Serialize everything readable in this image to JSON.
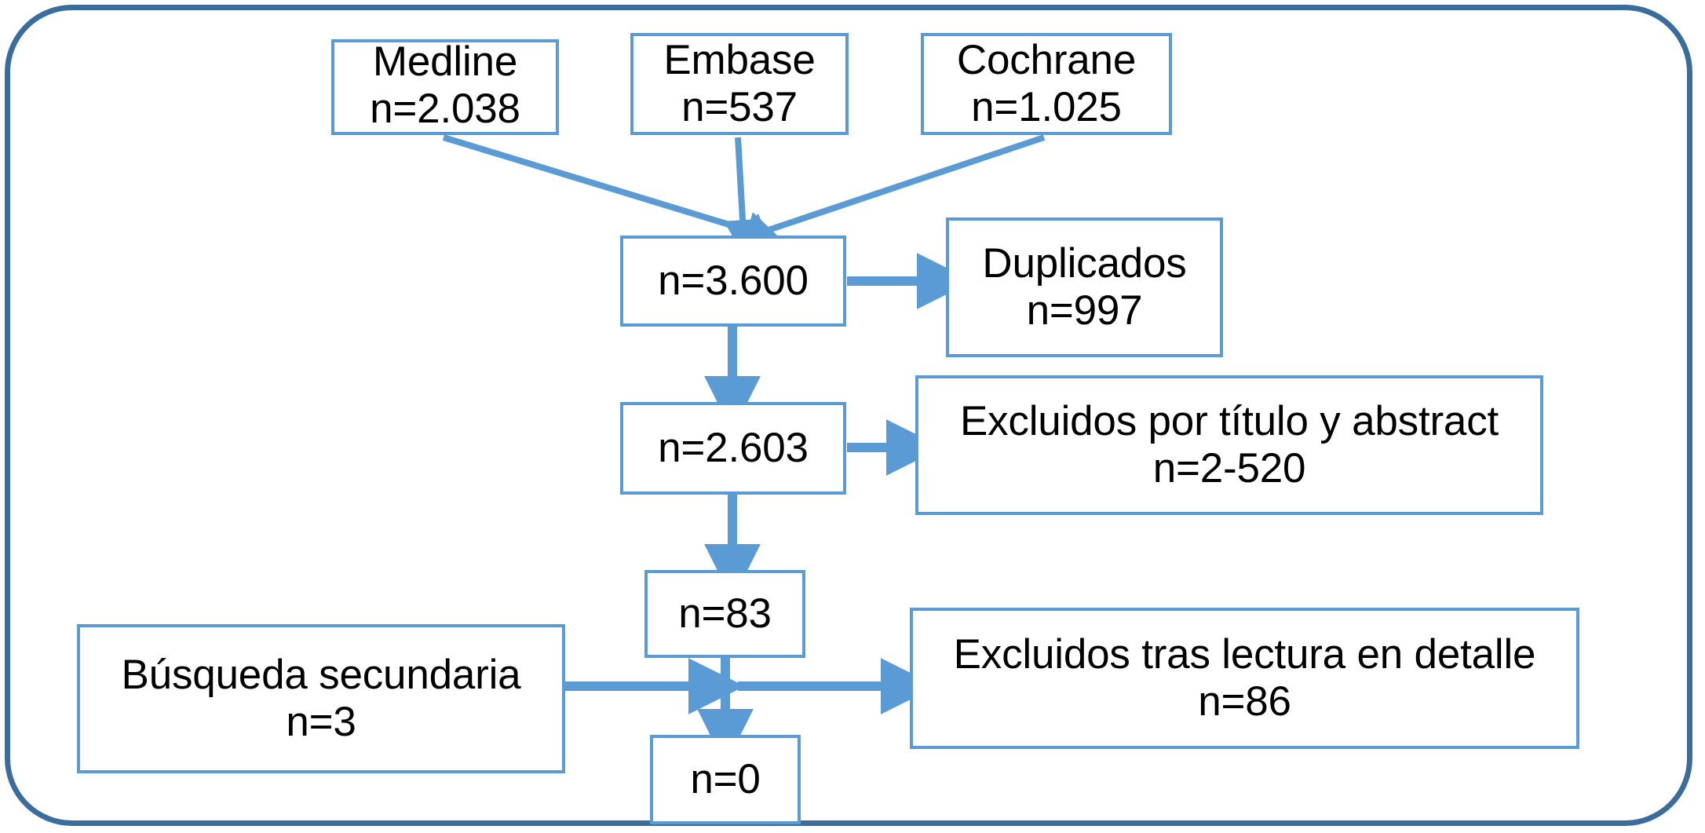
{
  "diagram": {
    "type": "prisma-flow-diagram",
    "language": "es",
    "colors": {
      "frame_border": "#3b6d9c",
      "node_border": "#5b9bd5",
      "arrow": "#5b9bd5",
      "text": "#000000",
      "background": "#ffffff"
    },
    "nodes": {
      "medline": {
        "label": "Medline",
        "count_label": "n=2.038"
      },
      "embase": {
        "label": "Embase",
        "count_label": "n=537"
      },
      "cochrane": {
        "label": "Cochrane",
        "count_label": "n=1.025"
      },
      "total": {
        "count_label": "n=3.600"
      },
      "duplicates": {
        "label": "Duplicados",
        "count_label": "n=997"
      },
      "screened": {
        "count_label": "n=2.603"
      },
      "excluded_title_abstract": {
        "label": "Excluidos por título y abstract",
        "count_label": "n=2-520"
      },
      "eligible": {
        "count_label": "n=83"
      },
      "secondary": {
        "label": "Búsqueda secundaria",
        "count_label": "n=3"
      },
      "excluded_full_text": {
        "label": "Excluidos tras lectura en detalle",
        "count_label": "n=86"
      },
      "included": {
        "count_label": "n=0"
      }
    },
    "edges": [
      {
        "from": "medline",
        "to": "total"
      },
      {
        "from": "embase",
        "to": "total"
      },
      {
        "from": "cochrane",
        "to": "total"
      },
      {
        "from": "total",
        "to": "duplicates"
      },
      {
        "from": "total",
        "to": "screened"
      },
      {
        "from": "screened",
        "to": "excluded_title_abstract"
      },
      {
        "from": "screened",
        "to": "eligible"
      },
      {
        "from": "secondary",
        "to": "eligible"
      },
      {
        "from": "eligible",
        "to": "excluded_full_text"
      },
      {
        "from": "eligible",
        "to": "included"
      }
    ]
  }
}
